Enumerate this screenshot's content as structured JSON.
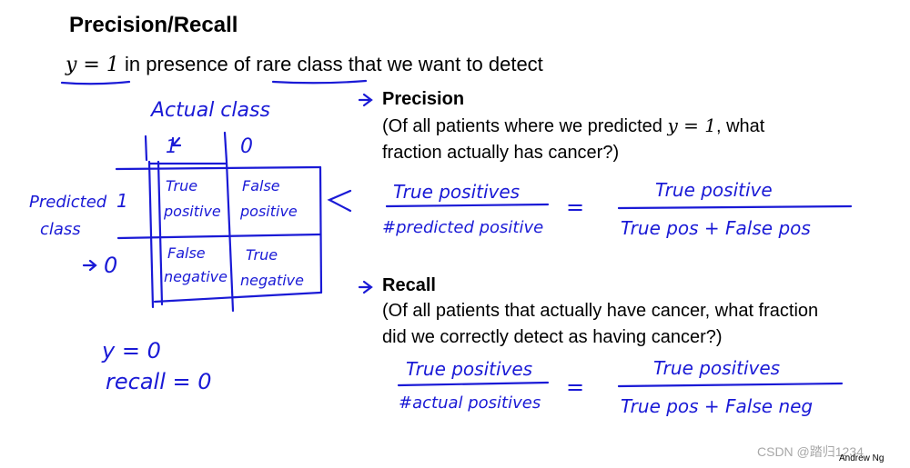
{
  "title": "Precision/Recall",
  "subtitle": {
    "equation": "y = 1",
    "text_before": " in presence of ",
    "highlight": "rare class",
    "text_after": " that we want to detect"
  },
  "matrix": {
    "actual_label": "Actual class",
    "col_1": "1",
    "col_0": "0",
    "predicted_label_line1": "Predicted",
    "predicted_label_line2": "class",
    "row_1": "1",
    "row_0": "0",
    "tp_line1": "True",
    "tp_line2": "positive",
    "fp_line1": "False",
    "fp_line2": "positive",
    "fn_line1": "False",
    "fn_line2": "negative",
    "tn_line1": "True",
    "tn_line2": "negative"
  },
  "notes": {
    "y_eq": "y = 0",
    "recall_eq": "recall = 0"
  },
  "precision": {
    "heading": "Precision",
    "line1_before": "(Of all patients where we predicted ",
    "line1_math": "y = 1",
    "line1_after": ", what",
    "line2": "fraction actually has cancer?)",
    "num1": "True positives",
    "den1": "#predicted positive",
    "equals": "=",
    "num2": "True positive",
    "den2": "True pos + False pos"
  },
  "recall": {
    "heading": "Recall",
    "line1": "(Of all patients that actually have cancer, what fraction",
    "line2": "did we correctly detect as having cancer?)",
    "num1": "True positives",
    "den1": "#actual positives",
    "equals": "=",
    "num2": "True positives",
    "den2": "True pos + False neg"
  },
  "credit": "Andrew Ng",
  "watermark": "CSDN @踏归1234",
  "colors": {
    "ink": "#1a1ad6",
    "text": "#000000",
    "watermark": "#a8a8a8"
  }
}
